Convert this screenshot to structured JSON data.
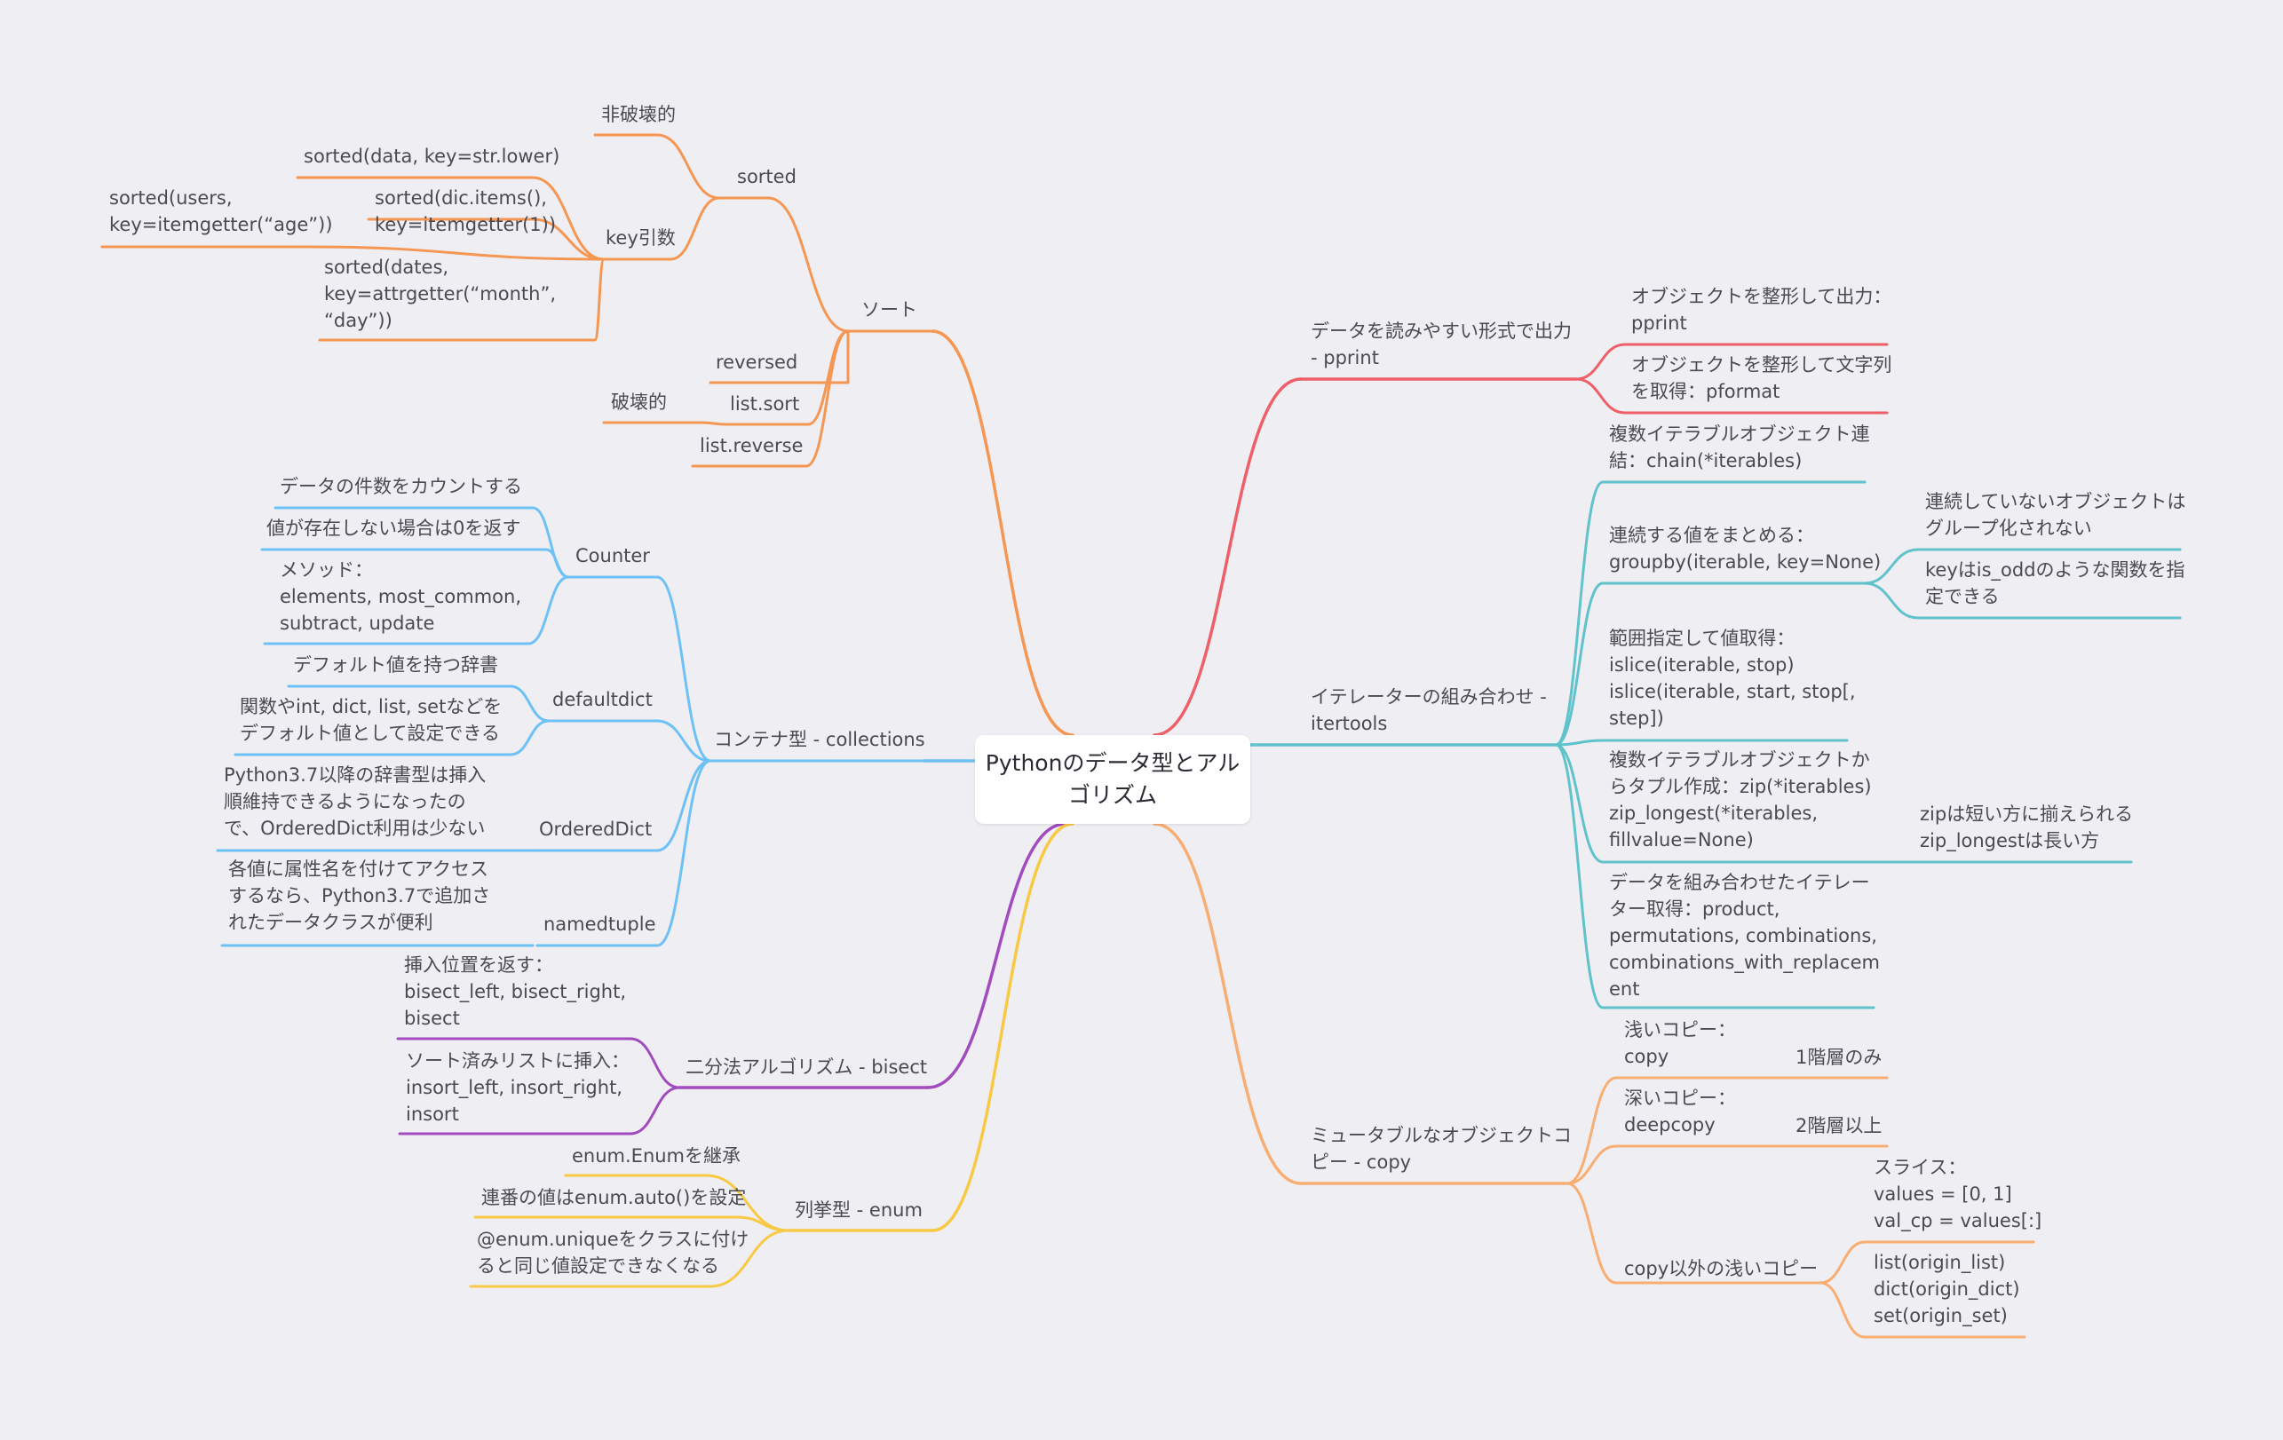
{
  "root": {
    "label": "Pythonのデータ型とアル\nゴリズム"
  },
  "colors": {
    "background": "#efeef3",
    "sort": "#f59653",
    "collections": "#6ec1f5",
    "bisect": "#a24bbf",
    "enum": "#f8c944",
    "pprint": "#ee5f67",
    "itertools": "#60c2ca",
    "copy": "#f8ae72"
  },
  "branches": {
    "sort": {
      "label": "ソート",
      "children": {
        "sorted": {
          "label": "sorted",
          "children": {
            "nondestructive": "非破壊的",
            "key": {
              "label": "key引数",
              "children": {
                "lower": "sorted(data, key=str.lower)",
                "items": "sorted(dic.items(),\nkey=itemgetter(1))",
                "users": "sorted(users,\nkey=itemgetter(“age”))",
                "dates": "sorted(dates,\nkey=attrgetter(“month”,\n“day”))"
              }
            }
          }
        },
        "reversed": "reversed",
        "list_sort": {
          "label": "list.sort",
          "children": {
            "destructive": "破壊的"
          }
        },
        "list_reverse": "list.reverse"
      }
    },
    "collections": {
      "label": "コンテナ型 - collections",
      "children": {
        "counter": {
          "label": "Counter",
          "children": {
            "count": "データの件数をカウントする",
            "zero": "値が存在しない場合は0を返す",
            "methods": "メソッド：\nelements, most_common,\nsubtract, update"
          }
        },
        "defaultdict": {
          "label": "defaultdict",
          "children": {
            "default": "デフォルト値を持つ辞書",
            "types": "関数やint, dict, list, setなどを\nデフォルト値として設定できる"
          }
        },
        "ordereddict": {
          "label": "OrderedDict",
          "children": {
            "note": "Python3.7以降の辞書型は挿入\n順維持できるようになったの\nで、OrderedDict利用は少ない"
          }
        },
        "namedtuple": {
          "label": "namedtuple",
          "children": {
            "note": "各値に属性名を付けてアクセス\nするなら、Python3.7で追加さ\nれたデータクラスが便利"
          }
        }
      }
    },
    "bisect": {
      "label": "二分法アルゴリズム - bisect",
      "children": {
        "position": "挿入位置を返す：\nbisect_left, bisect_right,\nbisect",
        "insort": "ソート済みリストに挿入：\ninsort_left, insort_right,\ninsort"
      }
    },
    "enum": {
      "label": "列挙型 - enum",
      "children": {
        "inherit": "enum.Enumを継承",
        "auto": "連番の値はenum.auto()を設定",
        "unique": "@enum.uniqueをクラスに付け\nると同じ値設定できなくなる"
      }
    },
    "pprint": {
      "label": "データを読みやすい形式で出力\n- pprint",
      "children": {
        "pprint": "オブジェクトを整形して出力：\npprint",
        "pformat": "オブジェクトを整形して文字列\nを取得：pformat"
      }
    },
    "itertools": {
      "label": "イテレーターの組み合わせ -\nitertools",
      "children": {
        "chain": "複数イテラブルオブジェクト連\n結：chain(*iterables)",
        "groupby": {
          "label": "連続する値をまとめる：\ngroupby(iterable, key=None)",
          "children": {
            "noncontig": "連続していないオブジェクトは\nグループ化されない",
            "key": "keyはis_oddのような関数を指\n定できる"
          }
        },
        "islice": "範囲指定して値取得：\nislice(iterable, stop)\nislice(iterable, start, stop[,\nstep])",
        "zip": {
          "label": "複数イテラブルオブジェクトか\nらタプル作成：zip(*iterables)\nzip_longest(*iterables,\nfillvalue=None)",
          "children": {
            "note": "zipは短い方に揃えられる\nzip_longestは長い方"
          }
        },
        "product": "データを組み合わせたイテレー\nター取得：product,\npermutations, combinations,\ncombinations_with_replacem\nent"
      }
    },
    "copy": {
      "label": "ミュータブルなオブジェクトコ\nピー - copy",
      "children": {
        "shallow": {
          "label": "浅いコピー：\ncopy",
          "children": {
            "note": "1階層のみ"
          }
        },
        "deep": {
          "label": "深いコピー：\ndeepcopy",
          "children": {
            "note": "2階層以上"
          }
        },
        "other": {
          "label": "copy以外の浅いコピー",
          "children": {
            "slice": "スライス：\nvalues = [0, 1]\nval_cp = values[:]",
            "funcs": "list(origin_list)\ndict(origin_dict)\nset(origin_set)"
          }
        }
      }
    }
  }
}
